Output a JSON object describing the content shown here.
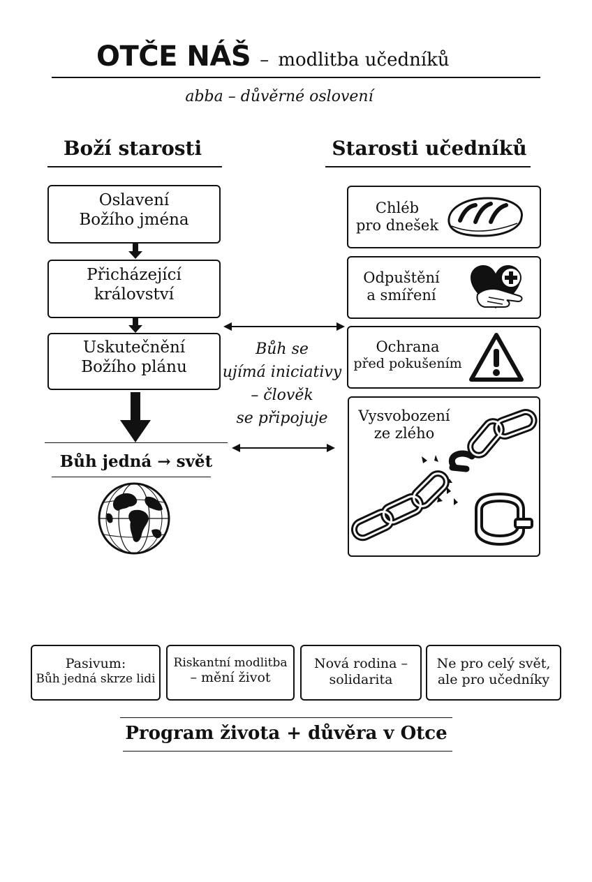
{
  "header": {
    "title_main": "OTČE NÁŠ",
    "title_dash": "–",
    "title_sub": "modlitba učedníků",
    "subtitle": "abba – důvěrné oslovení"
  },
  "left_column": {
    "heading": "Boží starosti",
    "boxes": [
      {
        "line1": "Oslavení",
        "line2": "Božího jména"
      },
      {
        "line1": "Přicházející",
        "line2": "království"
      },
      {
        "line1": "Uskutečnění",
        "line2": "Božího plánu"
      }
    ],
    "result_label": "Bůh jedná → svět",
    "result_icon": "globe-icon"
  },
  "center": {
    "lines": [
      "Bůh se",
      "ujímá iniciativy",
      "– člověk",
      "se připojuje"
    ]
  },
  "right_column": {
    "heading": "Starosti učedníků",
    "boxes": [
      {
        "line1": "Chléb",
        "line2": "pro dnešek",
        "icon": "bread-icon"
      },
      {
        "line1": "Odpuštění",
        "line2": "a smíření",
        "icon": "heart-hands-icon"
      },
      {
        "line1": "Ochrana",
        "line2": "před pokušením",
        "icon": "warning-icon"
      },
      {
        "line1": "Vysvobození",
        "line2": "ze zlého",
        "icon": "broken-chain-icon"
      }
    ]
  },
  "bottom_boxes": [
    {
      "line1": "Pasivum:",
      "line2": "Bůh jedná skrze lidi"
    },
    {
      "line1": "Riskantní modlitba",
      "line2": "– mění život"
    },
    {
      "line1": "Nová rodina –",
      "line2": "solidarita"
    },
    {
      "line1": "Ne pro celý svět,",
      "line2": "ale pro učedníky"
    }
  ],
  "footer": {
    "text": "Program života + důvěra v Otce"
  }
}
